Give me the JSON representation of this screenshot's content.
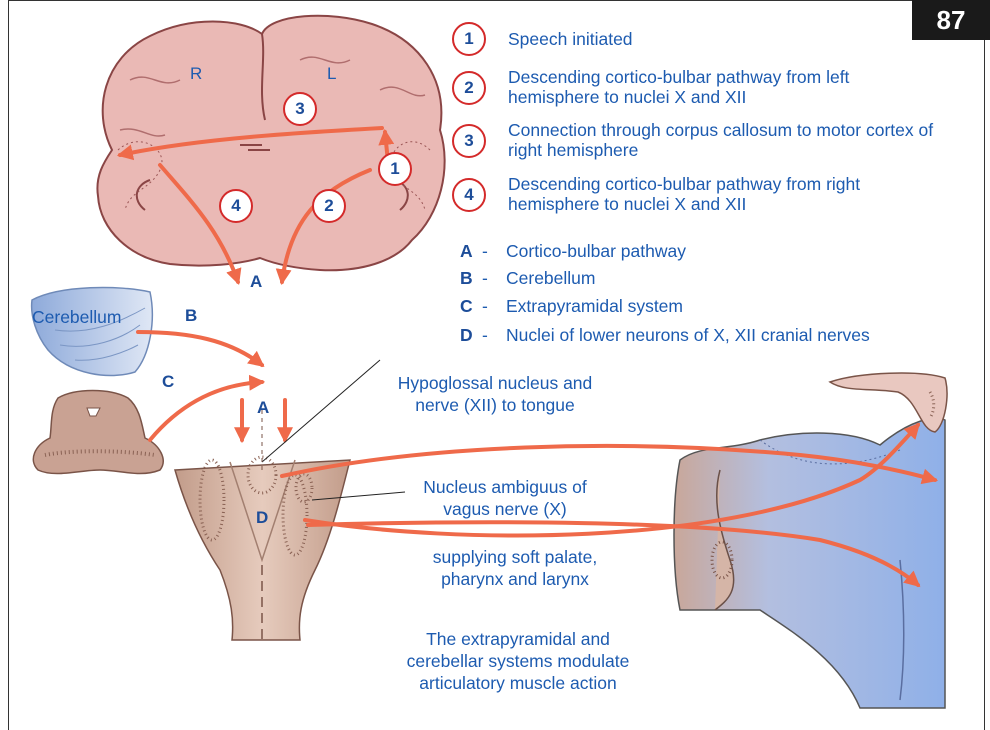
{
  "page_number": "87",
  "legend": [
    {
      "num": "1",
      "text": "Speech initiated"
    },
    {
      "num": "2",
      "text": "Descending cortico-bulbar pathway from left hemisphere to nuclei X and XII"
    },
    {
      "num": "3",
      "text": "Connection through corpus callosum to motor cortex of right hemisphere"
    },
    {
      "num": "4",
      "text": "Descending cortico-bulbar pathway from right hemisphere to nuclei X and XII"
    }
  ],
  "key": [
    {
      "letter": "A",
      "dash": "-",
      "text": "Cortico-bulbar pathway"
    },
    {
      "letter": "B",
      "dash": "-",
      "text": "Cerebellum"
    },
    {
      "letter": "C",
      "dash": "-",
      "text": "Extrapyramidal system"
    },
    {
      "letter": "D",
      "dash": "-",
      "text": "Nuclei of lower neurons of X, XII cranial nerves"
    }
  ],
  "brain": {
    "right_label": "R",
    "left_label": "L",
    "markers": [
      "1",
      "2",
      "3",
      "4"
    ]
  },
  "letters": {
    "a_top": "A",
    "a_mid": "A",
    "b": "B",
    "c": "C",
    "d": "D"
  },
  "labels": {
    "cerebellum": "Cerebellum",
    "hypoglossal_line1": "Hypoglossal nucleus and",
    "hypoglossal_line2": "nerve (XII) to tongue",
    "ambiguus_line1": "Nucleus ambiguus of",
    "ambiguus_line2": "vagus nerve (X)",
    "soft_palate_line1": "supplying soft palate,",
    "soft_palate_line2": "pharynx and larynx",
    "footer_line1": "The extrapyramidal and",
    "footer_line2": "cerebellar systems modulate",
    "footer_line3": "articulatory muscle action"
  },
  "colors": {
    "arrow": "#ef6a4a",
    "circle_border": "#d42a2a",
    "text_blue": "#1d5bb0",
    "brain_fill": "#eab9b5",
    "tissue_fill": "#cfa593",
    "cerebellum_fill": "#a9c0e4",
    "mouth_fill": "#a5bce6"
  }
}
